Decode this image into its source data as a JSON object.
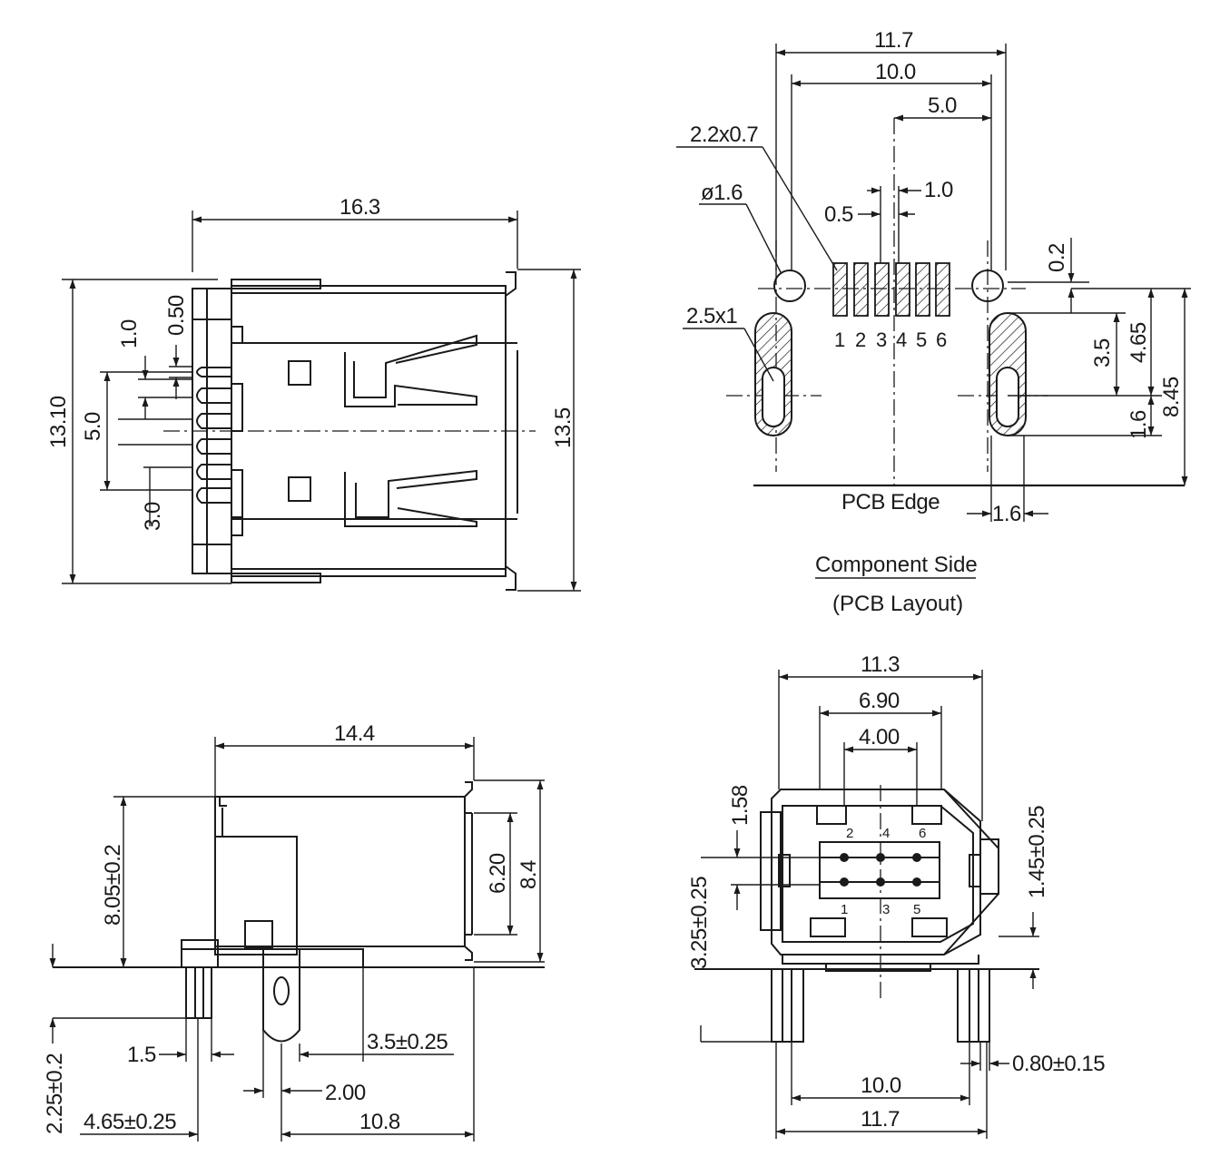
{
  "top_view": {
    "width": "16.3",
    "height_left": "13.10",
    "height_right": "13.5",
    "d_050": "0.50",
    "d_10": "1.0",
    "d_50": "5.0",
    "d_30": "3.0"
  },
  "pcb_layout": {
    "d_117": "11.7",
    "d_100": "10.0",
    "d_50": "5.0",
    "slot_top": "2.2x0.7",
    "hole_dia": "ø1.6",
    "pad_width": "0.5",
    "pitch": "1.0",
    "d_02": "0.2",
    "slot_label": "2.5x1",
    "d_35": "3.5",
    "d_465": "4.65",
    "d_845": "8.45",
    "d_16v": "1.6",
    "d_16h": "1.6",
    "pins": [
      "1",
      "2",
      "3",
      "4",
      "5",
      "6"
    ],
    "pcb_edge": "PCB Edge",
    "title": "Component Side",
    "subtitle": "(PCB Layout)"
  },
  "side_view": {
    "length": "14.4",
    "height": "8.05±0.2",
    "d_620": "6.20",
    "d_84": "8.4",
    "d_225": "2.25±0.2",
    "d_15": "1.5",
    "d_35": "3.5±0.25",
    "d_200": "2.00",
    "d_465": "4.65±0.25",
    "d_108": "10.8"
  },
  "front_view": {
    "d_113": "11.3",
    "d_690": "6.90",
    "d_400": "4.00",
    "d_158": "1.58",
    "d_325": "3.25±0.25",
    "d_145": "1.45±0.25",
    "d_080": "0.80±0.15",
    "d_100": "10.0",
    "d_117": "11.7",
    "pins_top": [
      "2",
      "4",
      "6"
    ],
    "pins_bottom": [
      "1",
      "3",
      "5"
    ]
  }
}
